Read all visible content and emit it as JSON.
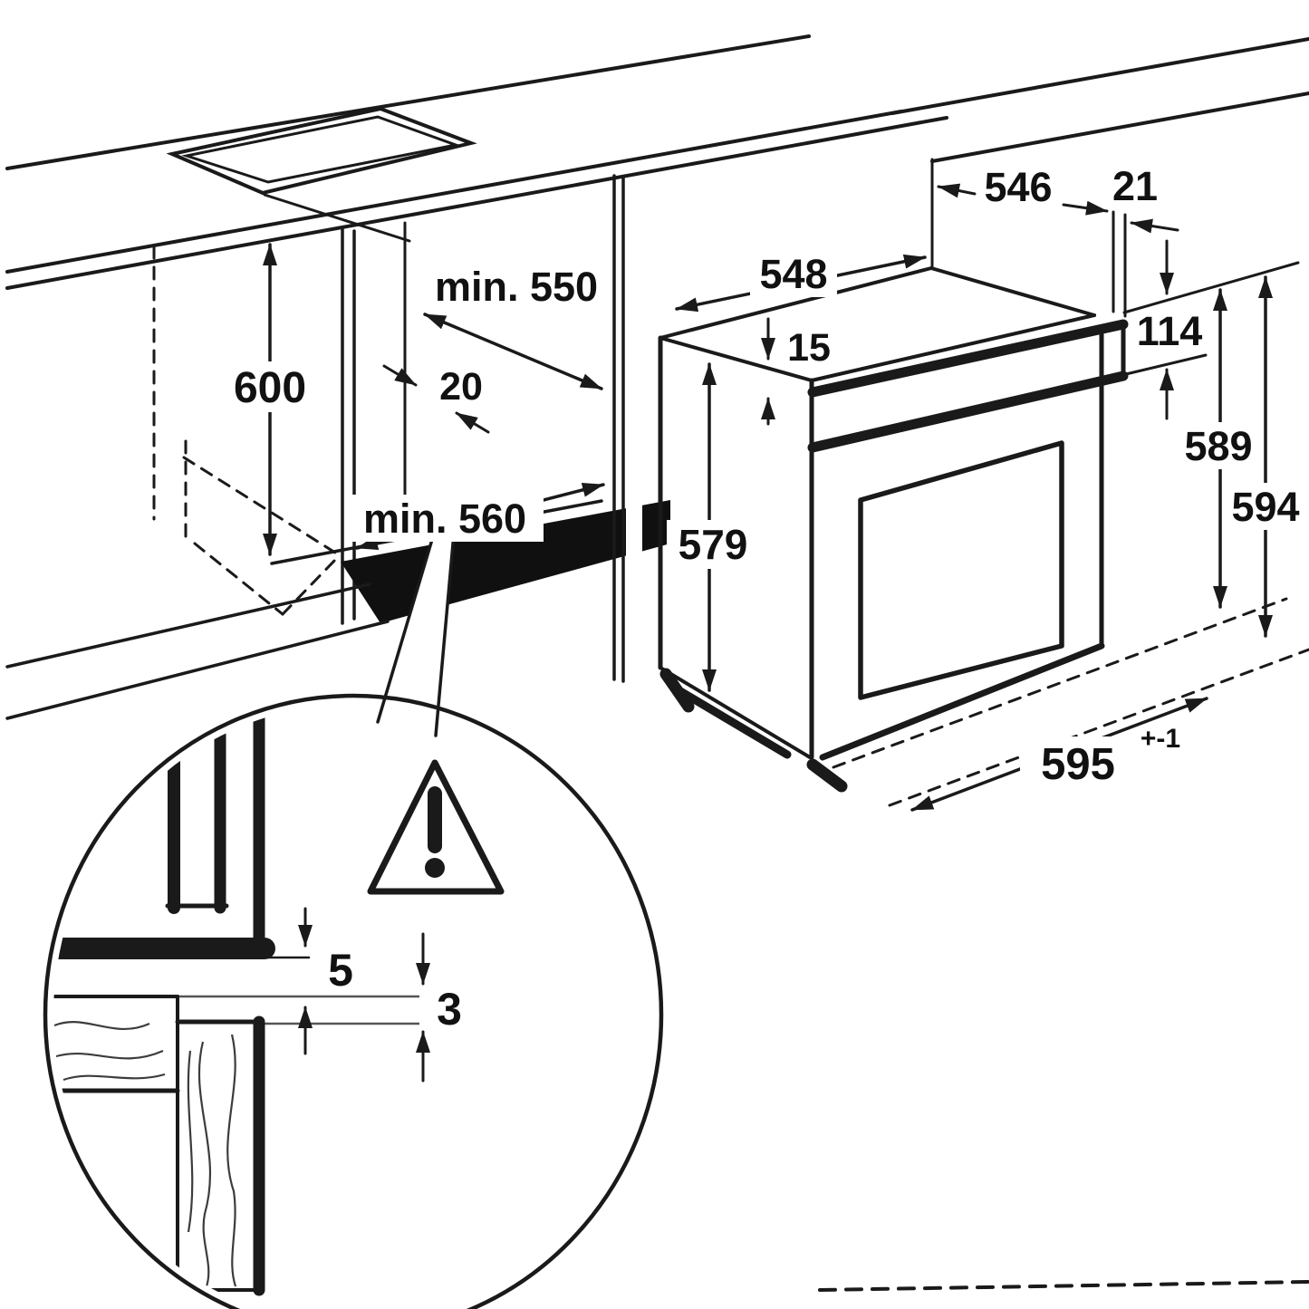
{
  "diagram": {
    "type": "built-in oven installation drawing",
    "cabinet": {
      "niche_height": "600",
      "niche_depth_top": "min. 550",
      "rear_clearance": "20",
      "niche_depth_bottom": "min. 560"
    },
    "oven": {
      "top_width": "548",
      "top_recess": "15",
      "side_height": "579",
      "top_depth": "546",
      "front_overhang": "21",
      "fascia_height": "114",
      "case_height": "589",
      "front_height": "594",
      "front_width": "595",
      "front_width_tolerance": "+-1"
    },
    "vent_detail": {
      "plinth_gap": "5",
      "air_gap": "3",
      "warning_icon": "exclamation-triangle"
    },
    "colors": {
      "line": "#1a1a1a",
      "background": "#ffffff"
    }
  }
}
